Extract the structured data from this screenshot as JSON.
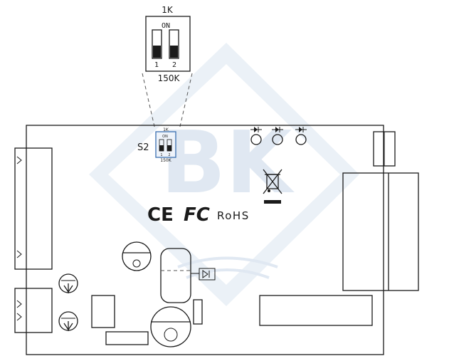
{
  "zoom_inset": {
    "top_label": "1K",
    "on_label": "ON",
    "switch_numbers": [
      "1",
      "2"
    ],
    "bottom_label": "150K"
  },
  "board": {
    "switch_designator": "S2",
    "small_switch": {
      "top_label": "1K",
      "on_label": "ON",
      "numbers": [
        "1",
        "2"
      ],
      "bottom_label": "150K"
    },
    "certification_marks": {
      "ce": "CE",
      "fcc": "FC",
      "rohs": "RoHS"
    },
    "weee_icon": "crossed-out-wheelie-bin-icon",
    "watermark": {
      "text": "BK",
      "color": "#c7d7e8"
    },
    "leds": 3
  },
  "colors": {
    "line": "#1a1a1a",
    "watermark": "#c7d7e8",
    "switch_blue": "#3a6fb0"
  }
}
